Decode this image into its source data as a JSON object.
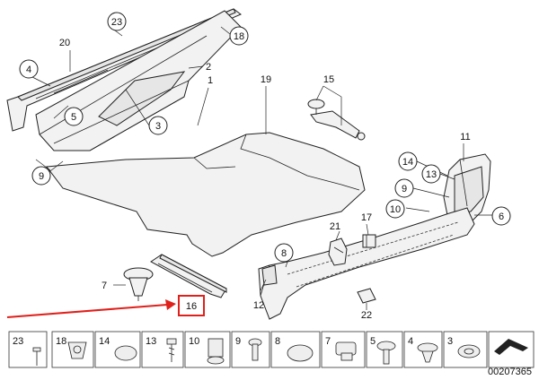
{
  "callouts": {
    "c1": "1",
    "c2": "2",
    "c3": "3",
    "c4": "4",
    "c5": "5",
    "c6": "6",
    "c7": "7",
    "c8": "8",
    "c9a": "9",
    "c9b": "9",
    "c10": "10",
    "c11": "11",
    "c12": "12",
    "c13": "13",
    "c14": "14",
    "c15": "15",
    "c16": "16",
    "c17": "17",
    "c18": "18",
    "c19": "19",
    "c20": "20",
    "c21": "21",
    "c22": "22",
    "c23": "23"
  },
  "legend": {
    "items": [
      "23",
      "18",
      "14",
      "13",
      "10",
      "9",
      "8",
      "7",
      "5",
      "4",
      "3"
    ]
  },
  "diagram_id": "00207365",
  "colors": {
    "highlight": "#e0201b",
    "line": "#222222"
  }
}
